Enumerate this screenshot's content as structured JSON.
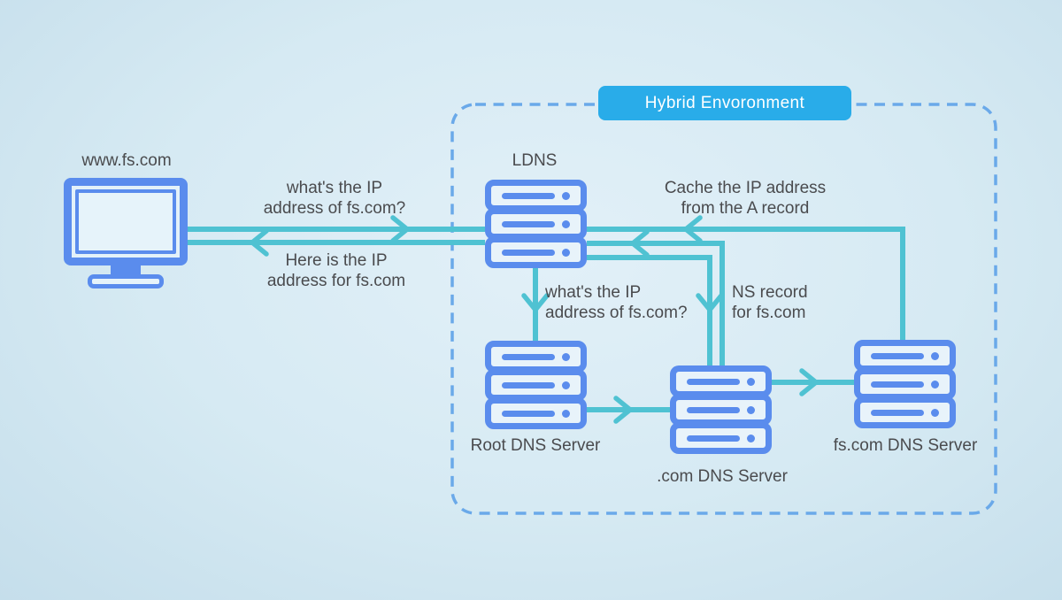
{
  "badge": {
    "label": "Hybrid Envoronment"
  },
  "nodes": {
    "client": {
      "label": "www.fs.com"
    },
    "ldns": {
      "label": "LDNS"
    },
    "root": {
      "label": "Root DNS Server"
    },
    "com": {
      "label": ".com DNS Server"
    },
    "fscom": {
      "label": "fs.com DNS Server"
    }
  },
  "messages": {
    "query_client": {
      "line1": "what's the IP",
      "line2": "address of fs.com?"
    },
    "reply_client": {
      "line1": "Here is the IP",
      "line2": "address for fs.com"
    },
    "cache": {
      "line1": "Cache the IP address",
      "line2": "from the A record"
    },
    "query_root": {
      "line1": "what's the IP",
      "line2": "address of fs.com?"
    },
    "ns_record": {
      "line1": "NS record",
      "line2": "for fs.com"
    }
  },
  "colors": {
    "badge_blue": "#29ace9",
    "icon_blue": "#5a8ced",
    "arrow_teal": "#4fc2d2",
    "dashed_border_blue": "#6aa9e9",
    "text_gray": "#4a4b4e",
    "background_light_blue": "#d6eaf3"
  }
}
